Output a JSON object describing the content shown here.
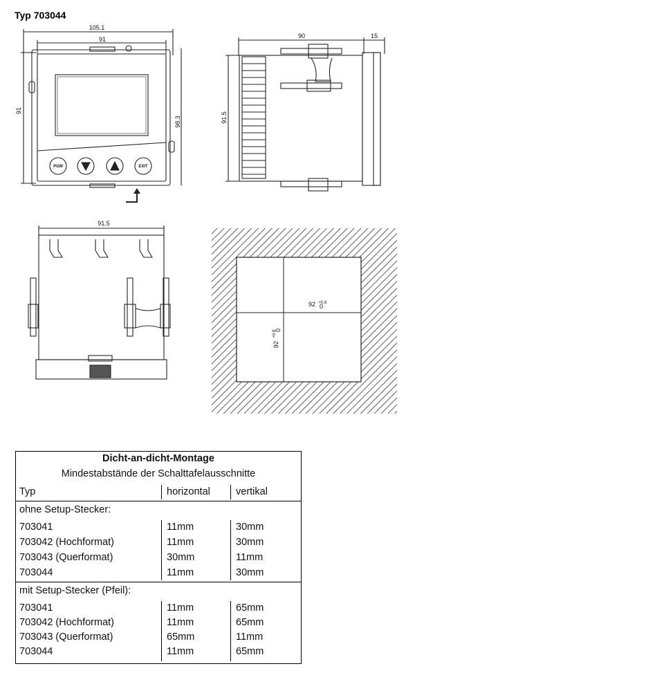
{
  "title": "Typ 703044",
  "drawing": {
    "front": {
      "dim_width_outer": "105.1",
      "dim_width_inner": "91",
      "dim_height_left": "91",
      "dim_height_right": "98.3",
      "buttons": [
        "PGM",
        "EXIT"
      ]
    },
    "side": {
      "dim_depth": "90",
      "dim_bezel": "15",
      "dim_height": "91.5"
    },
    "top": {
      "dim_width": "91.5"
    },
    "cutout": {
      "label_h": "92",
      "label_h_tol_plus": "+0.8",
      "label_h_tol_minus": "0",
      "label_v": "92",
      "label_v_tol_plus": "+0.8",
      "label_v_tol_minus": "0"
    }
  },
  "table": {
    "title": "Dicht-an-dicht-Montage",
    "subtitle": "Mindestabstände der Schalttafelausschnitte",
    "headers": [
      "Typ",
      "horizontal",
      "vertikal"
    ],
    "groups": [
      {
        "label": "ohne Setup-Stecker:",
        "rows": [
          [
            "703041",
            "11mm",
            "30mm"
          ],
          [
            "703042 (Hochformat)",
            "11mm",
            "30mm"
          ],
          [
            "703043 (Querformat)",
            "30mm",
            "11mm"
          ],
          [
            "703044",
            "11mm",
            "30mm"
          ]
        ]
      },
      {
        "label": "mit Setup-Stecker (Pfeil):",
        "rows": [
          [
            "703041",
            "11mm",
            "65mm"
          ],
          [
            "703042 (Hochformat)",
            "11mm",
            "65mm"
          ],
          [
            "703043 (Querformat)",
            "65mm",
            "11mm"
          ],
          [
            "703044",
            "11mm",
            "65mm"
          ]
        ]
      }
    ]
  }
}
